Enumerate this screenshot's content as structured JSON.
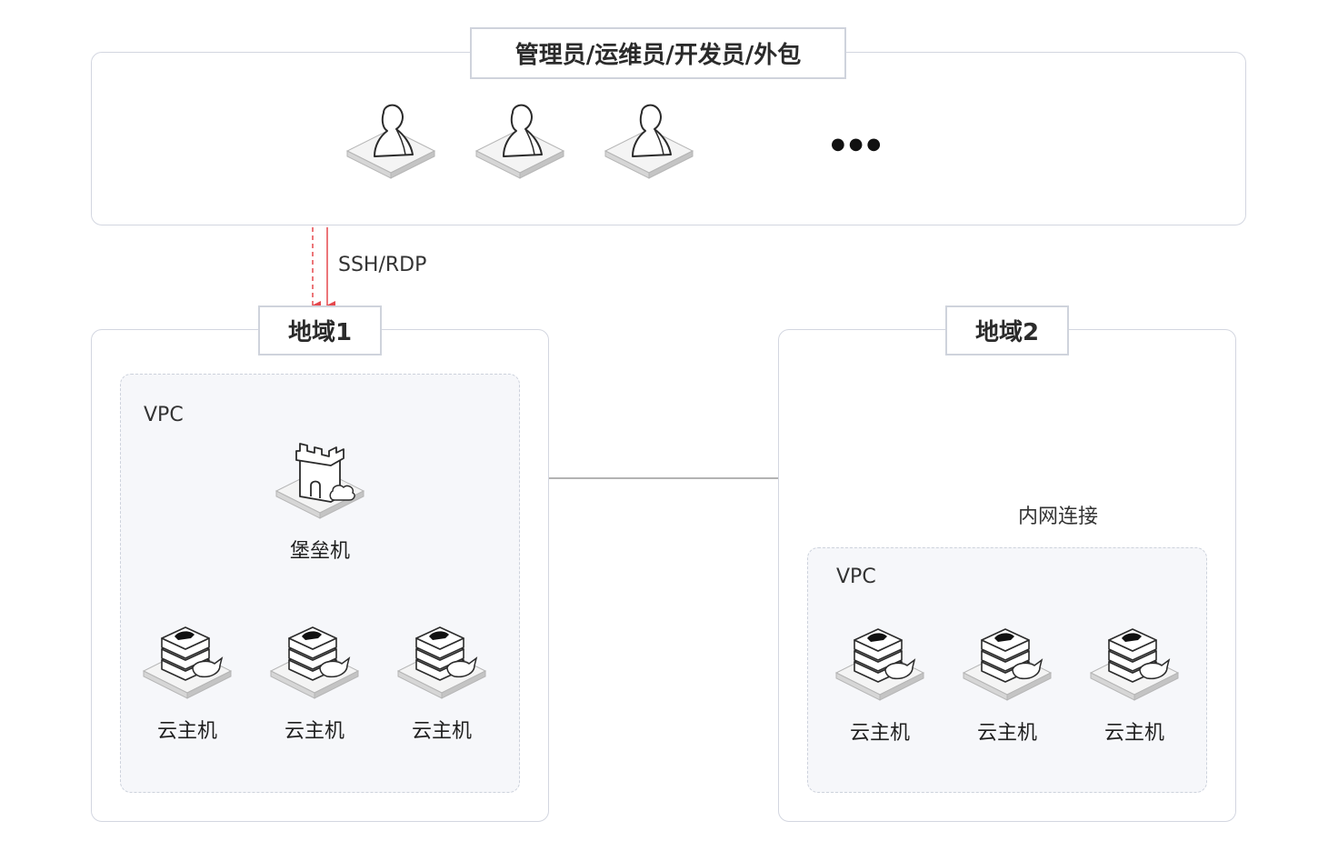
{
  "users_group": {
    "title": "管理员/运维员/开发员/外包",
    "users": [
      {
        "icon": "user-icon"
      },
      {
        "icon": "user-icon"
      },
      {
        "icon": "user-icon"
      }
    ],
    "ellipsis": "●●●"
  },
  "protocol_label": "SSH/RDP",
  "region1": {
    "title": "地域1",
    "vpc_label": "VPC",
    "bastion": {
      "label": "堡垒机",
      "icon": "bastion-host-icon"
    },
    "hosts": [
      {
        "label": "云主机",
        "icon": "cloud-host-icon"
      },
      {
        "label": "云主机",
        "icon": "cloud-host-icon"
      },
      {
        "label": "云主机",
        "icon": "cloud-host-icon"
      }
    ]
  },
  "region2": {
    "title": "地域2",
    "vpc_label": "VPC",
    "hosts": [
      {
        "label": "云主机",
        "icon": "cloud-host-icon"
      },
      {
        "label": "云主机",
        "icon": "cloud-host-icon"
      },
      {
        "label": "云主机",
        "icon": "cloud-host-icon"
      }
    ]
  },
  "intranet_label": "内网连接",
  "colors": {
    "accent_red": "#e5484d",
    "line_gray": "#9a9a9a",
    "border": "#d3d6e0"
  }
}
